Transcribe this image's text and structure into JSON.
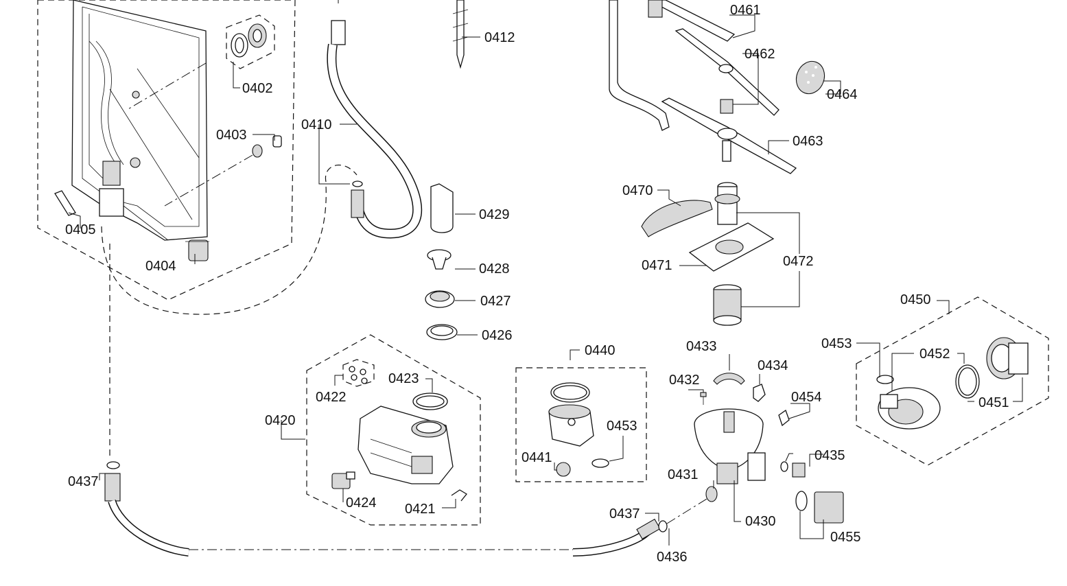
{
  "parts": {
    "p0402": "0402",
    "p0403": "0403",
    "p0404": "0404",
    "p0405": "0405",
    "p0410": "0410",
    "p0412": "0412",
    "p0420": "0420",
    "p0421": "0421",
    "p0422": "0422",
    "p0423": "0423",
    "p0424": "0424",
    "p0426": "0426",
    "p0427": "0427",
    "p0428": "0428",
    "p0429": "0429",
    "p0430": "0430",
    "p0431": "0431",
    "p0432": "0432",
    "p0433": "0433",
    "p0434": "0434",
    "p0435": "0435",
    "p0436": "0436",
    "p0437a": "0437",
    "p0437b": "0437",
    "p0440": "0440",
    "p0441": "0441",
    "p0450": "0450",
    "p0451": "0451",
    "p0452": "0452",
    "p0453a": "0453",
    "p0453b": "0453",
    "p0454": "0454",
    "p0455": "0455",
    "p0461": "0461",
    "p0462": "0462",
    "p0463": "0463",
    "p0464": "0464",
    "p0470": "0470",
    "p0471": "0471",
    "p0472": "0472"
  }
}
